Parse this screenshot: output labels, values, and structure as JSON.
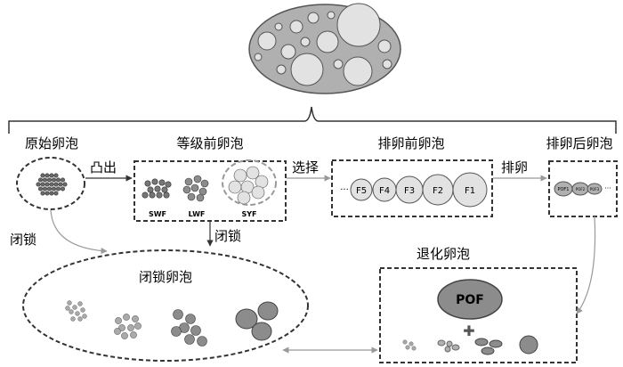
{
  "labels": {
    "primordial": "原始卵泡",
    "preantral": "等级前卵泡",
    "preovulatory": "排卵前卵泡",
    "postovulatory": "排卵后卵泡",
    "atretic": "闭锁卵泡",
    "degenerating": "退化卵泡"
  },
  "arrows": {
    "bulge": "凸出",
    "select": "选择",
    "ovulate": "排卵",
    "atresia_left": "闭锁",
    "atresia_mid": "闭锁"
  },
  "preantral_types": [
    "SWF",
    "LWF",
    "SYF"
  ],
  "hierarchical": [
    "F5",
    "F4",
    "F3",
    "F2",
    "F1"
  ],
  "hierarchical_ellipsis": "···",
  "pof_small": [
    "POF1",
    "POF2",
    "POF3"
  ],
  "pof_ellipsis": "···",
  "pof_label": "POF",
  "plus_sign": "✚",
  "colors": {
    "ovary_fill": "#b0b0b0",
    "follicle_fill": "#e2e2e2",
    "dark_dot": "#6a6a6a",
    "pof_fill": "#8c8c8c"
  }
}
